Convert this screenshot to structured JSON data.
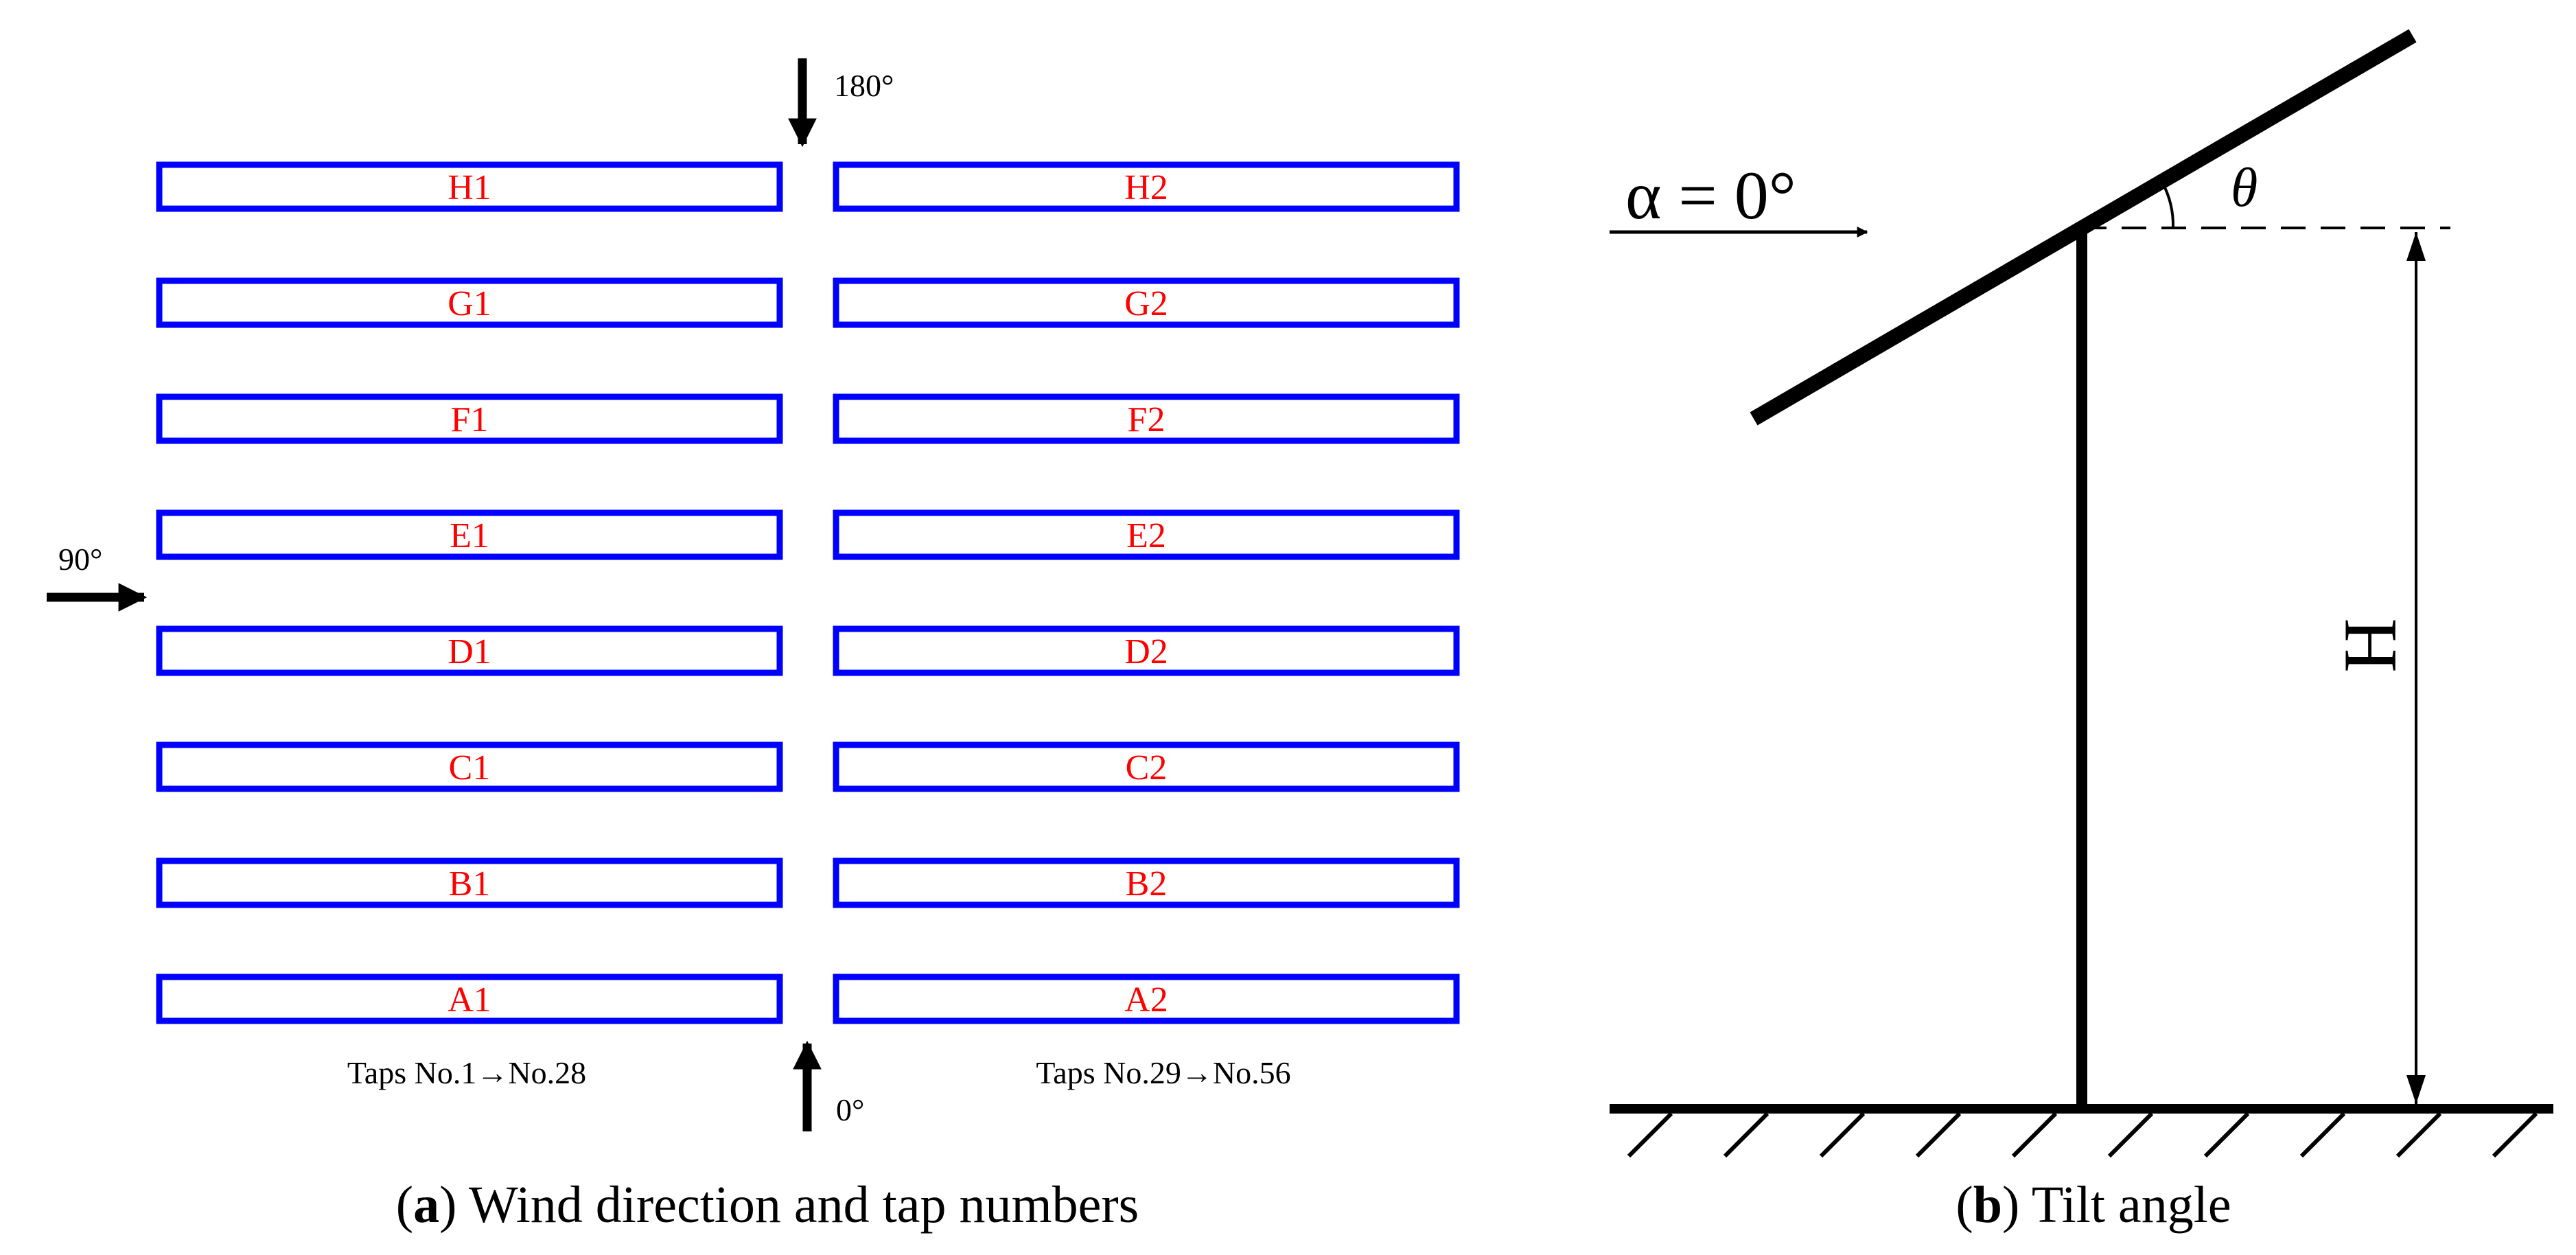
{
  "panel_a": {
    "caption_letter": "a",
    "caption_text": "Wind direction and tap numbers",
    "rows_left": [
      "H1",
      "G1",
      "F1",
      "E1",
      "D1",
      "C1",
      "B1",
      "A1"
    ],
    "rows_right": [
      "H2",
      "G2",
      "F2",
      "E2",
      "D2",
      "C2",
      "B2",
      "A2"
    ],
    "angle_top": "180°",
    "angle_left": "90°",
    "angle_bottom": "0°",
    "taps_left": "Taps No.1→No.28",
    "taps_right": "Taps No.29→No.56",
    "row_color": "#0000ff",
    "label_color": "#ff0000"
  },
  "panel_b": {
    "caption_letter": "b",
    "caption_text": "Tilt angle",
    "wind_label": "α = 0°",
    "angle_label": "θ",
    "height_label": "H"
  }
}
